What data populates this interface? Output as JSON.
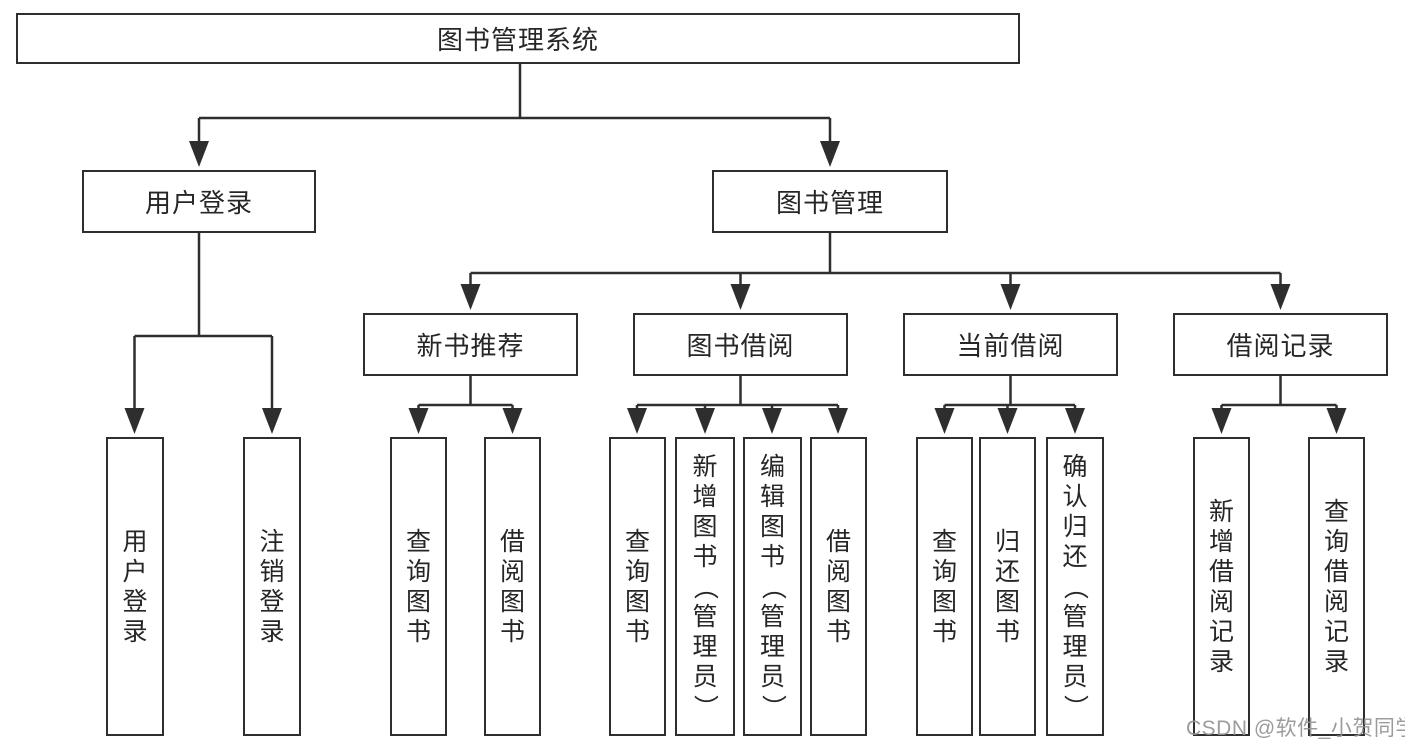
{
  "tree": {
    "root": {
      "label": "图书管理系统"
    },
    "branches": [
      {
        "label": "用户登录",
        "children": [
          {
            "label": "用户登录"
          },
          {
            "label": "注销登录"
          }
        ]
      },
      {
        "label": "图书管理",
        "children": [
          {
            "label": "新书推荐",
            "children": [
              {
                "label": "查询图书"
              },
              {
                "label": "借阅图书"
              }
            ]
          },
          {
            "label": "图书借阅",
            "children": [
              {
                "label": "查询图书"
              },
              {
                "label": "新增图书（管理员）"
              },
              {
                "label": "编辑图书（管理员）"
              },
              {
                "label": "借阅图书"
              }
            ]
          },
          {
            "label": "当前借阅",
            "children": [
              {
                "label": "查询图书"
              },
              {
                "label": "归还图书"
              },
              {
                "label": "确认归还（管理员）"
              }
            ]
          },
          {
            "label": "借阅记录",
            "children": [
              {
                "label": "新增借阅记录"
              },
              {
                "label": "查询借阅记录"
              }
            ]
          }
        ]
      }
    ]
  },
  "watermark": {
    "text": "CSDN @软件_小贺同学"
  },
  "colors": {
    "line": "#2e2e2e",
    "text": "#262626",
    "watermark": "#949494",
    "background": "#ffffff"
  }
}
